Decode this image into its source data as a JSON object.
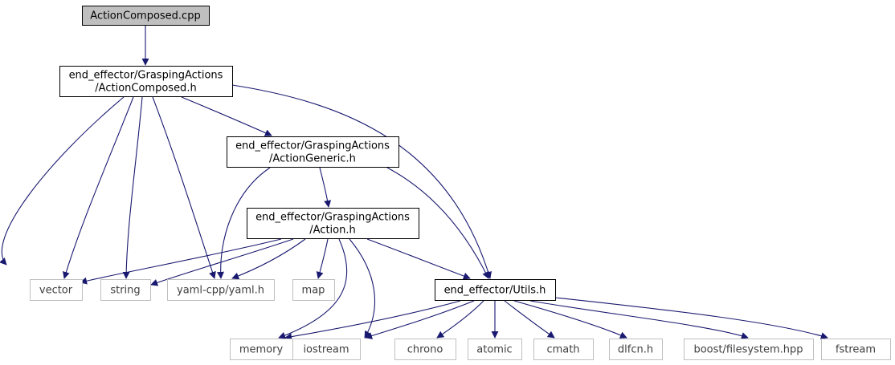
{
  "diagram": {
    "nodes": [
      {
        "id": "action_composed_cpp",
        "lines": [
          "ActionComposed.cpp"
        ],
        "style": "root"
      },
      {
        "id": "action_composed_h",
        "lines": [
          "end_effector/GraspingActions",
          "/ActionComposed.h"
        ],
        "style": "local"
      },
      {
        "id": "action_generic_h",
        "lines": [
          "end_effector/GraspingActions",
          "/ActionGeneric.h"
        ],
        "style": "local"
      },
      {
        "id": "action_h",
        "lines": [
          "end_effector/GraspingActions",
          "/Action.h"
        ],
        "style": "local"
      },
      {
        "id": "utils_h",
        "lines": [
          "end_effector/Utils.h"
        ],
        "style": "local"
      },
      {
        "id": "vector",
        "lines": [
          "vector"
        ],
        "style": "system"
      },
      {
        "id": "string",
        "lines": [
          "string"
        ],
        "style": "system"
      },
      {
        "id": "yaml_cpp",
        "lines": [
          "yaml-cpp/yaml.h"
        ],
        "style": "system"
      },
      {
        "id": "map",
        "lines": [
          "map"
        ],
        "style": "system"
      },
      {
        "id": "memory",
        "lines": [
          "memory"
        ],
        "style": "system"
      },
      {
        "id": "iostream",
        "lines": [
          "iostream"
        ],
        "style": "system"
      },
      {
        "id": "chrono",
        "lines": [
          "chrono"
        ],
        "style": "system"
      },
      {
        "id": "atomic",
        "lines": [
          "atomic"
        ],
        "style": "system"
      },
      {
        "id": "cmath",
        "lines": [
          "cmath"
        ],
        "style": "system"
      },
      {
        "id": "dlfcn",
        "lines": [
          "dlfcn.h"
        ],
        "style": "system"
      },
      {
        "id": "boost_fs",
        "lines": [
          "boost/filesystem.hpp"
        ],
        "style": "system"
      },
      {
        "id": "fstream",
        "lines": [
          "fstream"
        ],
        "style": "system"
      }
    ],
    "edges": [
      {
        "from": "action_composed_cpp",
        "to": "action_composed_h"
      },
      {
        "from": "action_composed_h",
        "to": "action_generic_h"
      },
      {
        "from": "action_composed_h",
        "to": "utils_h"
      },
      {
        "from": "action_composed_h",
        "to": "vector"
      },
      {
        "from": "action_composed_h",
        "to": "string"
      },
      {
        "from": "action_composed_h",
        "to": "yaml_cpp"
      },
      {
        "from": "action_composed_h",
        "to": "memory"
      },
      {
        "from": "action_generic_h",
        "to": "action_h"
      },
      {
        "from": "action_generic_h",
        "to": "yaml_cpp"
      },
      {
        "from": "action_generic_h",
        "to": "utils_h"
      },
      {
        "from": "action_h",
        "to": "vector"
      },
      {
        "from": "action_h",
        "to": "string"
      },
      {
        "from": "action_h",
        "to": "yaml_cpp"
      },
      {
        "from": "action_h",
        "to": "map"
      },
      {
        "from": "action_h",
        "to": "memory"
      },
      {
        "from": "action_h",
        "to": "iostream"
      },
      {
        "from": "action_h",
        "to": "utils_h"
      },
      {
        "from": "utils_h",
        "to": "memory"
      },
      {
        "from": "utils_h",
        "to": "iostream"
      },
      {
        "from": "utils_h",
        "to": "chrono"
      },
      {
        "from": "utils_h",
        "to": "atomic"
      },
      {
        "from": "utils_h",
        "to": "cmath"
      },
      {
        "from": "utils_h",
        "to": "dlfcn"
      },
      {
        "from": "utils_h",
        "to": "boost_fs"
      },
      {
        "from": "utils_h",
        "to": "fstream"
      }
    ],
    "colors": {
      "edge": "#191970",
      "root_fill": "#bfbfbf",
      "root_stroke": "#000000",
      "local_stroke": "#000000",
      "system_stroke": "#bfbfbf",
      "system_text": "#3f3f3f"
    }
  }
}
